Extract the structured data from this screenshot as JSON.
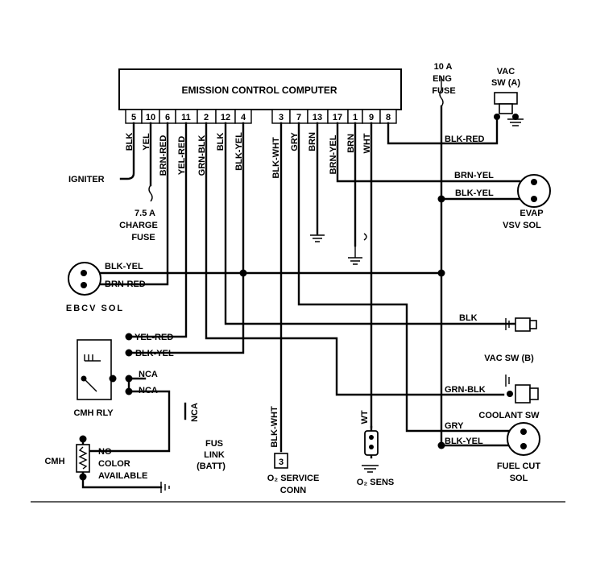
{
  "ecu": {
    "title": "EMISSION CONTROL COMPUTER",
    "pins": [
      "5",
      "10",
      "6",
      "11",
      "2",
      "12",
      "4",
      "3",
      "7",
      "13",
      "17",
      "1",
      "9",
      "8"
    ]
  },
  "pin_wires": [
    "BLK",
    "YEL",
    "BRN-RED",
    "YEL-RED",
    "GRN-BLK",
    "BLK",
    "BLK-YEL",
    "BLK-WHT",
    "GRY",
    "BRN",
    "BRN-YEL",
    "BRN",
    "WHT"
  ],
  "components": {
    "igniter": "IGNITER",
    "charge_fuse": [
      "7.5 A",
      "CHARGE",
      "FUSE"
    ],
    "eng_fuse": [
      "10 A",
      "ENG",
      "FUSE"
    ],
    "vac_sw_a": [
      "VAC",
      "SW (A)"
    ],
    "evap": [
      "EVAP",
      "VSV SOL"
    ],
    "ebcv": "EBCV SOL",
    "vac_sw_b": "VAC SW (B)",
    "coolant_sw": "COOLANT SW",
    "fuel_cut": [
      "FUEL CUT",
      "SOL"
    ],
    "cmh_rly": "CMH RLY",
    "cmh": "CMH",
    "no_color": [
      "NO",
      "COLOR",
      "AVAILABLE"
    ],
    "fus_link": [
      "FUS",
      "LINK",
      "(BATT)"
    ],
    "o2_conn": [
      "O₂ SERVICE",
      "CONN"
    ],
    "o2_conn_pin": "3",
    "o2_sens": "O₂ SENS"
  },
  "wire_labels": {
    "blk_red": "BLK-RED",
    "brn_yel": "BRN-YEL",
    "blk_yel_evap": "BLK-YEL",
    "ebcv_blk_yel": "BLK-YEL",
    "ebcv_brn_red": "BRN-RED",
    "vac_blk": "BLK",
    "yel_red": "YEL-RED",
    "rly_blk_yel": "BLK-YEL",
    "nca1": "NCA",
    "nca2": "NCA",
    "nca_vert": "NCA",
    "grn_blk": "GRN-BLK",
    "gry": "GRY",
    "fc_blk_yel": "BLK-YEL",
    "blk_wht": "BLK-WHT",
    "wt": "WT"
  }
}
